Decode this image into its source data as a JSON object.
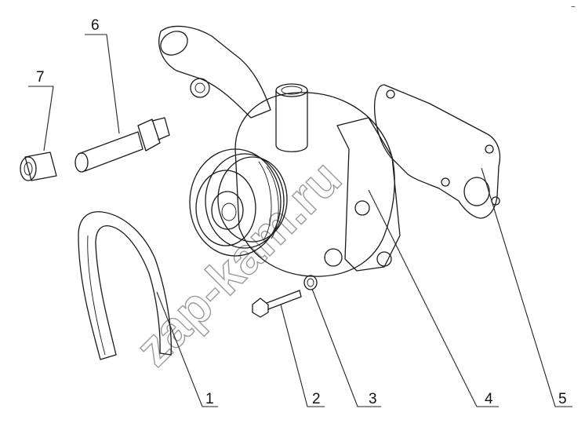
{
  "callouts": [
    "1",
    "2",
    "3",
    "4",
    "5",
    "6",
    "7"
  ],
  "watermark": "zap-kam.ru",
  "corner_mark": "~"
}
